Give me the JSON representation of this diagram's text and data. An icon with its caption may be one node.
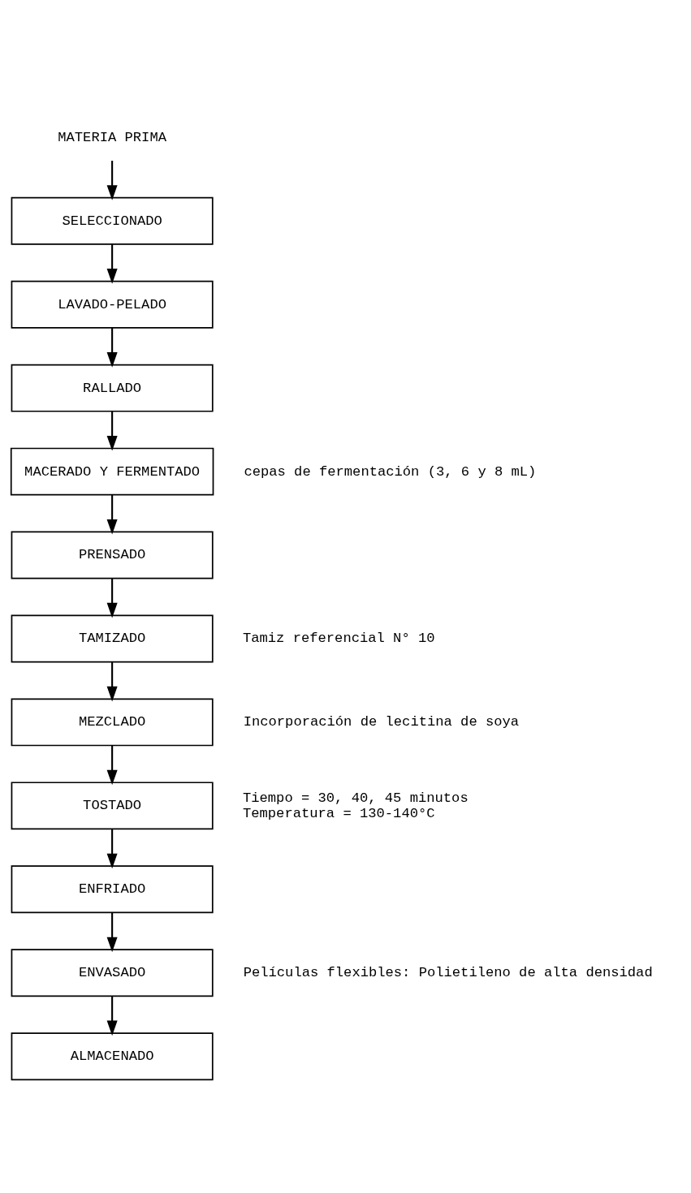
{
  "diagram": {
    "nodes": [
      {
        "text": [
          "MATERIA PRIMA"
        ]
      },
      {
        "text": [
          "SELECCIONADO"
        ]
      },
      {
        "text": [
          "LAVADO-PELADO"
        ]
      },
      {
        "text": [
          "RALLADO"
        ]
      },
      {
        "text": [
          "MACERADO Y FERMENTADO"
        ],
        "beside": [
          "cepas de fermentación (3, 6 y 8 mL)"
        ]
      },
      {
        "text": [
          "PRENSADO"
        ]
      },
      {
        "text": [
          "TAMIZADO"
        ],
        "beside": [
          "Tamiz referencial N° 10"
        ]
      },
      {
        "text": [
          "MEZCLADO"
        ],
        "beside": [
          "Incorporación de lecitina de soya"
        ]
      },
      {
        "text": [
          "TOSTADO"
        ],
        "beside": [
          "Tiempo = 30, 40, 45 minutos",
          "Temperatura = 130-140°C"
        ]
      },
      {
        "text": [
          "ENFRIADO"
        ]
      },
      {
        "text": [
          "ENVASADO"
        ],
        "beside": [
          "Películas flexibles: Polietileno de alta densidad"
        ]
      },
      {
        "text": [
          "ALMACENADO"
        ]
      }
    ],
    "edges": [
      {
        "from": 0,
        "to": 1,
        "arrow": "to"
      },
      {
        "from": 1,
        "to": 2,
        "arrow": "to"
      },
      {
        "from": 2,
        "to": 3,
        "arrow": "to"
      },
      {
        "from": 3,
        "to": 4,
        "arrow": "to"
      },
      {
        "from": 4,
        "to": 5,
        "arrow": "to"
      },
      {
        "from": 5,
        "to": 6,
        "arrow": "to"
      },
      {
        "from": 6,
        "to": 7,
        "arrow": "to"
      },
      {
        "from": 7,
        "to": 8,
        "arrow": "to"
      },
      {
        "from": 8,
        "to": 9,
        "arrow": "to"
      },
      {
        "from": 9,
        "to": 10,
        "arrow": "to"
      },
      {
        "from": 10,
        "to": 11,
        "arrow": "to"
      }
    ]
  }
}
